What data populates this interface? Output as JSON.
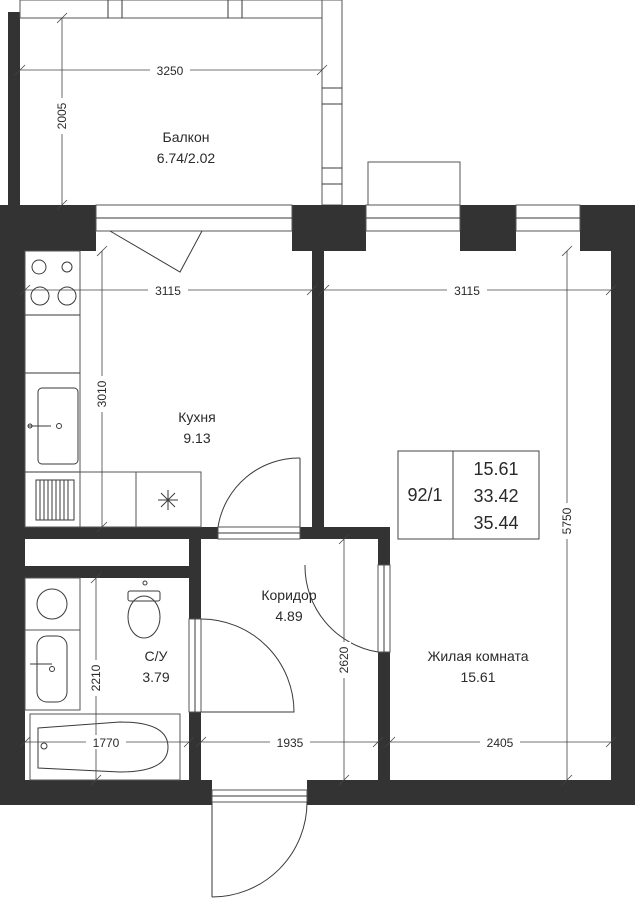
{
  "rooms": {
    "balcony": {
      "name": "Балкон",
      "area": "6.74/2.02"
    },
    "kitchen": {
      "name": "Кухня",
      "area": "9.13"
    },
    "corridor": {
      "name": "Коридор",
      "area": "4.89"
    },
    "bathroom": {
      "name": "С/У",
      "area": "3.79"
    },
    "living": {
      "name": "Жилая комната",
      "area": "15.61"
    }
  },
  "dimensions": {
    "balcony_width": "3250",
    "balcony_depth": "2005",
    "kitchen_width": "3115",
    "kitchen_depth": "3010",
    "living_width": "3115",
    "living_depth": "5750",
    "bath_depth": "2210",
    "bath_width": "1770",
    "corridor_width": "1935",
    "corridor_depth": "2620",
    "living_lower_width": "2405"
  },
  "summary": {
    "apartment_code": "92/1",
    "values": [
      "15.61",
      "33.42",
      "35.44"
    ]
  }
}
